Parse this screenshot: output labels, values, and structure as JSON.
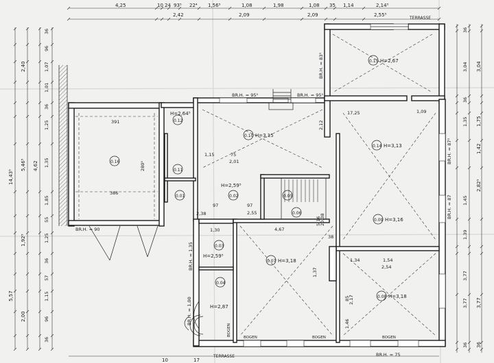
{
  "top_dims_row1": [
    "4,25",
    "10",
    "24",
    "93⁵",
    "22⁴",
    "1,56⁵",
    "1,08",
    "1,98",
    "1,08",
    "35",
    "1,14",
    "2,14⁵"
  ],
  "top_dims_row2": [
    "2,42",
    "2,09",
    "2,09",
    "2,55⁵"
  ],
  "left_dims_outer": [
    "14,43⁵",
    "5,57"
  ],
  "left_dims_mid": [
    "2,40",
    "5,46⁵",
    "4,62",
    "1,92⁵",
    "2,00"
  ],
  "left_dims_inner": [
    "36",
    "96",
    "1,07",
    "1,01",
    "36",
    "1,25",
    "1,35",
    "1,85",
    "55",
    "1,25",
    "36",
    "57",
    "1,15",
    "96",
    "36"
  ],
  "right_dims_outer": [
    "3,04",
    "1,75",
    "1,42",
    "2,82⁵",
    "3,77",
    "36"
  ],
  "right_dims_inner": [
    "36",
    "3,04",
    "36",
    "1,35",
    "1,45",
    "1,39",
    "3,77",
    "3,77",
    "36"
  ],
  "bottom_dims": [
    "10",
    "17"
  ],
  "labels": {
    "terrasse_top": "TERRASSE",
    "terrasse_bottom": "TERRASSE",
    "brh_95_a": "BR.H. = 95⁵",
    "brh_95_b": "BR.H. = 95⁵",
    "brh_83": "BR.H. = 83⁵",
    "brh_90": "BR.H. = 90",
    "brh_87_a": "BR.H. = 87⁵",
    "brh_87_b": "BR.H. = 87",
    "brh_135": "BR.H. = 1,35",
    "brh_100": "BR.H. = 1,00",
    "brh_75": "BR.H. = 75",
    "bogen_1": "BOGEN",
    "bogen_2": "BOGEN",
    "bogen_3": "BOGEN",
    "bogen_4": "BOGEN"
  },
  "rooms": [
    {
      "id": "0.15",
      "height": "H=2,67"
    },
    {
      "id": "0.16",
      "height": ""
    },
    {
      "id": "0.12",
      "height": "H=2,64⁵"
    },
    {
      "id": "0.11",
      "height": ""
    },
    {
      "id": "0.10",
      "height": "H=3,15"
    },
    {
      "id": "0.14",
      "height": "H=3,13"
    },
    {
      "id": "0.01",
      "height": ""
    },
    {
      "id": "0.02",
      "height": "H=2,59⁵"
    },
    {
      "id": "0.05",
      "height": ""
    },
    {
      "id": "0.06",
      "height": ""
    },
    {
      "id": "0.09",
      "height": "H=3,16"
    },
    {
      "id": "0.03",
      "height": "H=2,59⁵"
    },
    {
      "id": "0.04",
      "height": ""
    },
    {
      "id": "0.07",
      "height": "H=3,18"
    },
    {
      "id": "0.08",
      "height": "H=3,18"
    },
    {
      "id": "",
      "height": "H=2,87"
    }
  ],
  "inner_dims": {
    "d391": "391",
    "d386": "386",
    "d280": "280⁵",
    "d115a": "1,15",
    "d75": "75",
    "d201": "2,01",
    "d97a": "97",
    "d97b": "97",
    "d238": "2,38",
    "d255": "2,55",
    "d130": "1,30",
    "d467": "4,67",
    "d134": "1,34",
    "d154": "1,54",
    "d254": "2,54",
    "d137": "1,37",
    "d109": "1,09",
    "d212": "2,12",
    "d1725": "17,25",
    "d85": "85",
    "d217": "2,17",
    "d146": "1,46",
    "d38": "38",
    "d2038": "20,38",
    "d516": "5,16"
  }
}
